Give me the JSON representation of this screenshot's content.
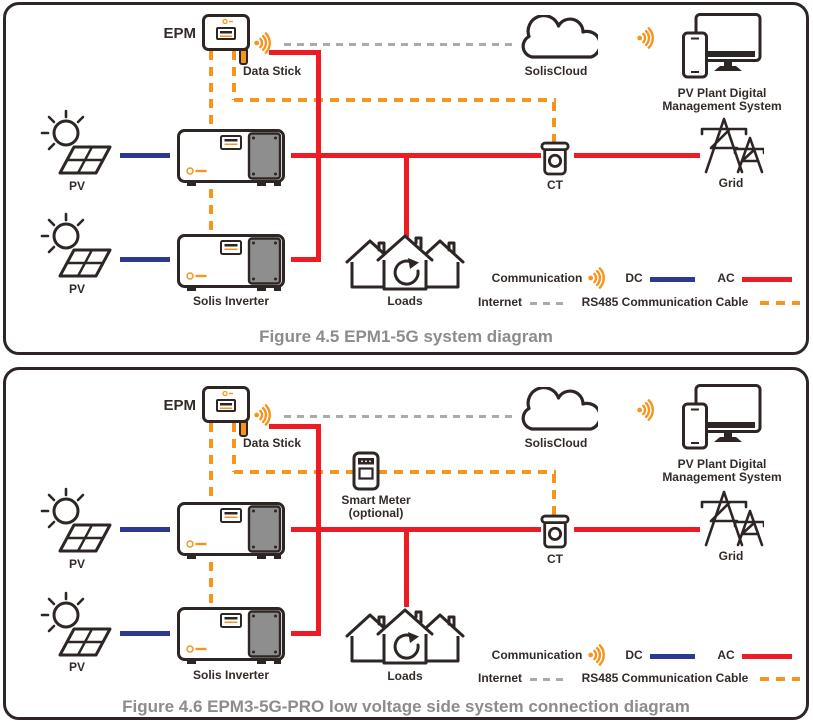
{
  "colors": {
    "ac_line": "#ED1C24",
    "dc_line": "#2B3990",
    "rs485_line": "#F7941D",
    "communication_wifi": "#F7941D",
    "internet_line": "#ABABAB",
    "outline": "#2E2624",
    "caption_text": "#8C8C8C",
    "inverter_heatsink": "#8E8E8E"
  },
  "panels": [
    {
      "caption": "Figure 4.5 EPM1-5G system diagram",
      "labels": {
        "epm": "EPM",
        "data_stick": "Data Stick",
        "soliscloud": "SolisCloud",
        "pv_plant_line1": "PV Plant Digital",
        "pv_plant_line2": "Management System",
        "pv_top": "PV",
        "pv_bottom": "PV",
        "solis_inverter": "Solis Inverter",
        "loads": "Loads",
        "ct": "CT",
        "grid": "Grid"
      },
      "legend": {
        "communication": "Communication",
        "dc": "DC",
        "ac": "AC",
        "internet": "Internet",
        "rs485": "RS485 Communication Cable"
      }
    },
    {
      "caption": "Figure 4.6 EPM3-5G-PRO low voltage side system connection diagram",
      "labels": {
        "epm": "EPM",
        "data_stick": "Data Stick",
        "soliscloud": "SolisCloud",
        "pv_plant_line1": "PV Plant Digital",
        "pv_plant_line2": "Management System",
        "smart_meter_line1": "Smart Meter",
        "smart_meter_line2": "(optional)",
        "pv_top": "PV",
        "pv_bottom": "PV",
        "solis_inverter": "Solis Inverter",
        "loads": "Loads",
        "ct": "CT",
        "grid": "Grid"
      },
      "legend": {
        "communication": "Communication",
        "dc": "DC",
        "ac": "AC",
        "internet": "Internet",
        "rs485": "RS485 Communication Cable"
      }
    }
  ]
}
